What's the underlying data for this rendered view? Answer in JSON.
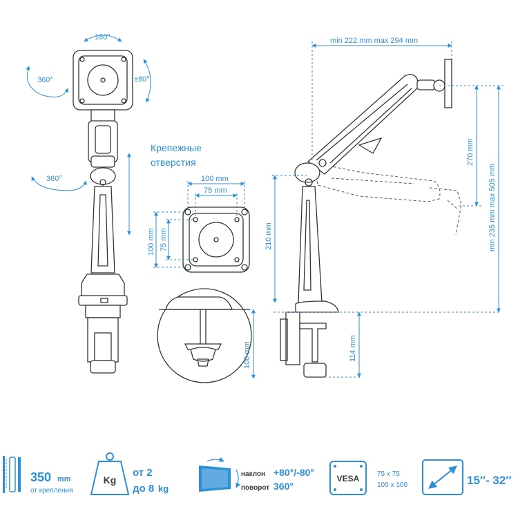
{
  "labels": {
    "rot_top": "180°",
    "rot_left": "360°",
    "tilt_right": "±80°",
    "rot_mid": "360°",
    "mount_title_1": "Крепежные",
    "mount_title_2": "отверстия",
    "vesa_w100": "100 mm",
    "vesa_w75": "75 mm",
    "vesa_h100": "100 mm",
    "vesa_h75": "75 mm",
    "dim_210": "210 mm",
    "dim_clamp": "100 mm",
    "dim_reach": "min 222 mm max 294 mm",
    "dim_270": "270 mm",
    "dim_height": "min 235 mm max 505 mm",
    "dim_114": "114 mm"
  },
  "footer": {
    "reach_value": "350",
    "reach_unit": "mm",
    "reach_caption": "от крепления",
    "weight_icon_label": "Kg",
    "weight_from": "от 2",
    "weight_to": "до 8",
    "weight_unit": "kg",
    "tilt_label": "наклон",
    "tilt_value": "+80°/-80°",
    "swivel_label": "поворот",
    "swivel_value": "360°",
    "vesa_badge": "VESA",
    "vesa_size_1": "75 x 75",
    "vesa_size_2": "100 x 100",
    "screen_range": "15″- 32″"
  },
  "colors": {
    "accent": "#2d8fd6",
    "line": "#333333"
  },
  "icons": [
    "rotate-arrow-icon",
    "weight-icon",
    "tilt-swivel-icon",
    "vesa-icon",
    "screen-diagonal-icon",
    "wall-distance-icon"
  ]
}
